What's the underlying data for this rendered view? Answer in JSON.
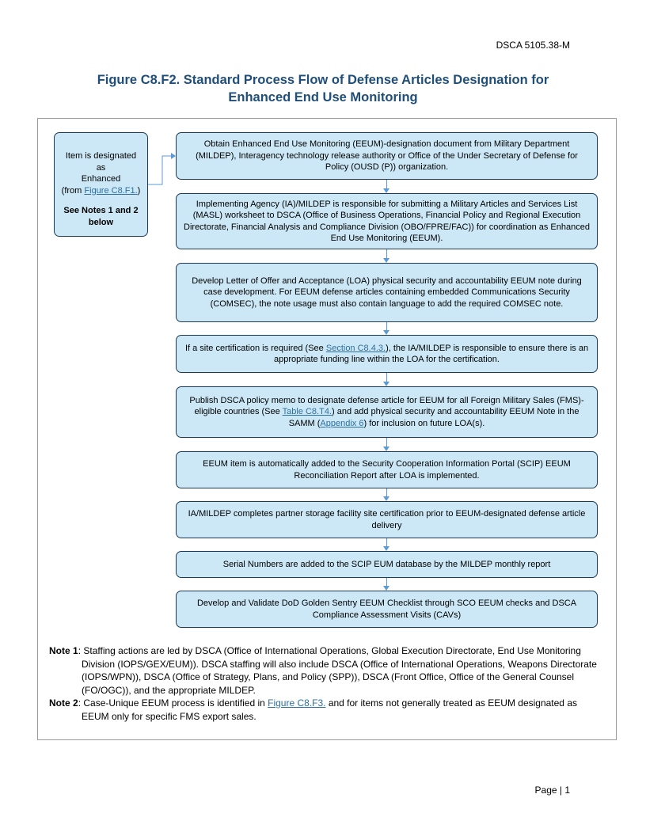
{
  "header": {
    "doc_id": "DSCA 5105.38-M"
  },
  "figure": {
    "title_line1": "Figure C8.F2. Standard Process Flow of Defense Articles Designation for",
    "title_line2": "Enhanced End Use Monitoring"
  },
  "left_box": {
    "line1": "Item is designated as",
    "line2": "Enhanced",
    "line3_pre": "(from ",
    "line3_link": "Figure C8.F1.",
    "line3_post": ")",
    "notes_ref_line1": "See Notes 1 and 2",
    "notes_ref_line2": "below"
  },
  "steps": {
    "s1": "Obtain Enhanced End Use Monitoring (EEUM)-designation document from Military Department (MILDEP), Interagency technology release authority or Office of the Under Secretary of Defense for Policy (OUSD (P)) organization.",
    "s2": "Implementing Agency (IA)/MILDEP is responsible for submitting a Military Articles and Services List (MASL) worksheet to DSCA (Office of Business Operations, Financial Policy and Regional Execution Directorate, Financial Analysis and Compliance Division (OBO/FPRE/FAC)) for coordination as Enhanced End Use Monitoring (EEUM).",
    "s3": "Develop Letter of Offer and Acceptance (LOA) physical security and accountability EEUM note during case development.  For EEUM defense articles containing embedded Communications Security (COMSEC), the note usage must also contain language to add the required COMSEC note.",
    "s4_pre": "If a site certification is required (See ",
    "s4_link": "Section C8.4.3.",
    "s4_post": "), the IA/MILDEP is responsible to ensure there is an appropriate funding line within the LOA for the certification.",
    "s5_pre": "Publish DSCA policy memo to designate defense article for EEUM for all Foreign Military Sales (FMS)-eligible countries (See ",
    "s5_link1": "Table C8.T4.",
    "s5_mid": ") and add physical security and accountability EEUM Note in the SAMM (",
    "s5_link2": "Appendix 6",
    "s5_post": ") for inclusion on future LOA(s).",
    "s6": "EEUM item is automatically added to the Security Cooperation Information Portal (SCIP) EEUM Reconciliation Report after LOA is implemented.",
    "s7": "IA/MILDEP completes partner storage facility site certification prior to EEUM-designated defense article delivery",
    "s8": "Serial Numbers are added to the SCIP EUM database by the MILDEP monthly report",
    "s9": "Develop and Validate DoD Golden Sentry EEUM Checklist through SCO EEUM checks and DSCA Compliance Assessment Visits (CAVs)"
  },
  "notes": {
    "note1_label": "Note 1",
    "note1_text": ": Staffing actions are led by DSCA (Office of International Operations, Global Execution Directorate, End Use Monitoring Division (IOPS/GEX/EUM)).  DSCA staffing will also include DSCA (Office of International Operations, Weapons Directorate (IOPS/WPN)), DSCA (Office of Strategy, Plans, and Policy (SPP)), DSCA (Front Office, Office of the General Counsel (FO/OGC)), and the appropriate MILDEP.",
    "note2_label": "Note 2",
    "note2_pre": ": Case-Unique EEUM process is identified in ",
    "note2_link": "Figure C8.F3.",
    "note2_post": " and for items not generally treated as EEUM designated as EEUM only for specific FMS export sales."
  },
  "footer": {
    "page_label": "Page | 1"
  }
}
